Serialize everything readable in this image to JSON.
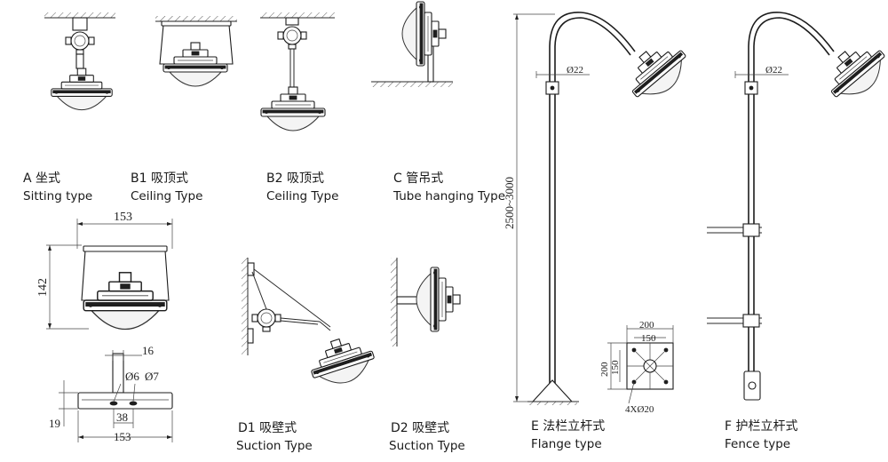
{
  "captions": {
    "a": {
      "zh": "A 坐式",
      "en": "Sitting type"
    },
    "b1": {
      "zh": "B1 吸顶式",
      "en": "Ceiling  Type"
    },
    "b2": {
      "zh": "B2 吸顶式",
      "en": "Ceiling  Type"
    },
    "c": {
      "zh": "C 管吊式",
      "en": "Tube hanging Type"
    },
    "d1": {
      "zh": "D1 吸壁式",
      "en": "Suction Type"
    },
    "d2": {
      "zh": "D2 吸壁式",
      "en": "Suction Type"
    },
    "e": {
      "zh": "E 法栏立杆式",
      "en": "Flange type"
    },
    "f": {
      "zh": "F 护栏立杆式",
      "en": "Fence type"
    }
  },
  "dimensions": {
    "width_top": "153",
    "height": "142",
    "bracket_width": "16",
    "hole_small": "Ø6",
    "hole_large": "Ø7",
    "hole_spacing": "38",
    "plate_thickness": "19",
    "width_bottom": "153",
    "pole_height": "2500~3000",
    "pipe_dia_e": "Ø22",
    "pipe_dia_f": "Ø22",
    "flange_outer": "200",
    "flange_inner": "150",
    "flange_side_outer": "200",
    "flange_side_inner": "150",
    "flange_holes": "4XØ20"
  }
}
